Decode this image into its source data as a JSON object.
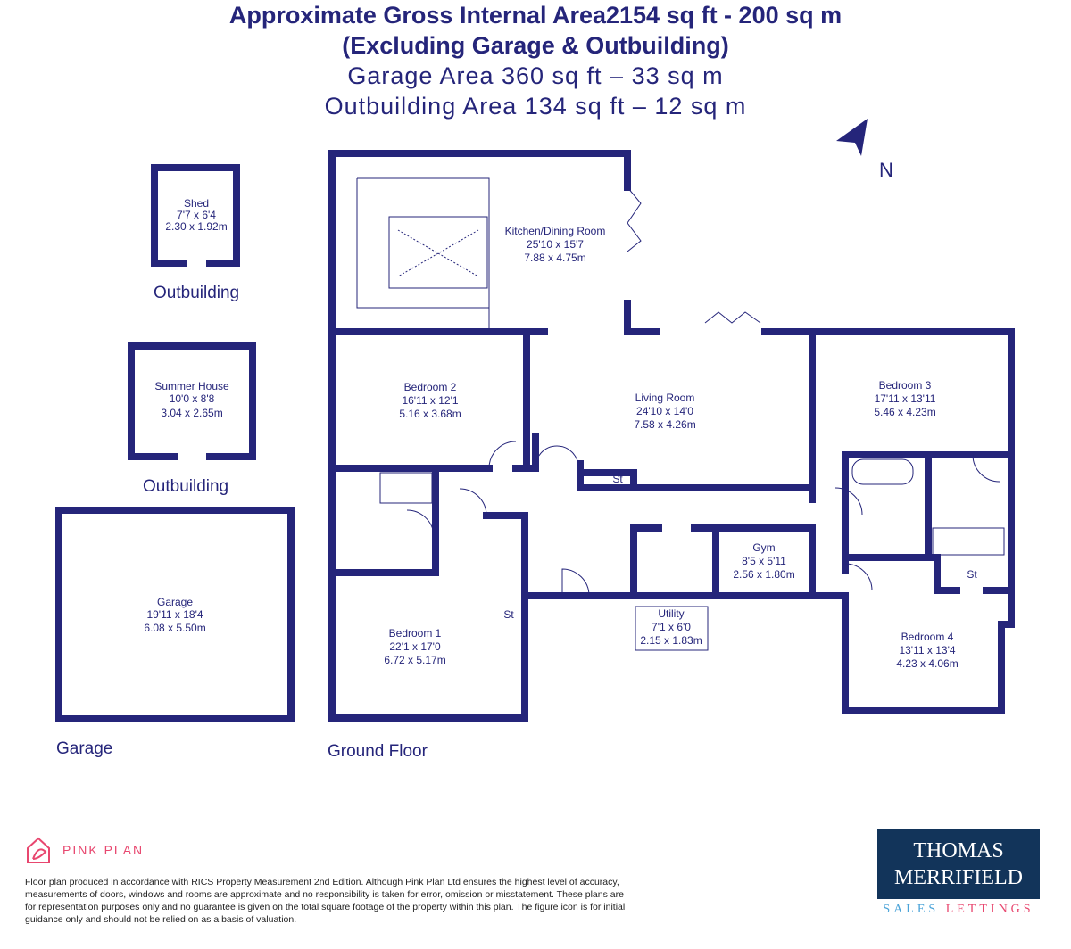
{
  "header": {
    "line1": "Approximate Gross Internal Area2154 sq ft - 200 sq m",
    "line2": "(Excluding Garage & Outbuilding)",
    "line3": "Garage  Area 360 sq ft – 33 sq m",
    "line4": "Outbuilding Area 134 sq ft – 12 sq m"
  },
  "compass": {
    "label": "N"
  },
  "rooms": {
    "shed": {
      "name": "Shed",
      "imp": "7'7 x 6'4",
      "met": "2.30 x 1.92m"
    },
    "summer": {
      "name": "Summer House",
      "imp": "10'0 x 8'8",
      "met": "3.04 x 2.65m"
    },
    "garage": {
      "name": "Garage",
      "imp": "19'11 x 18'4",
      "met": "6.08 x 5.50m"
    },
    "kitchen": {
      "name": "Kitchen/Dining Room",
      "imp": "25'10 x 15'7",
      "met": "7.88 x 4.75m"
    },
    "bed2": {
      "name": "Bedroom 2",
      "imp": "16'11 x 12'1",
      "met": "5.16 x 3.68m"
    },
    "living": {
      "name": "Living Room",
      "imp": "24'10 x 14'0",
      "met": "7.58 x 4.26m"
    },
    "bed3": {
      "name": "Bedroom 3",
      "imp": "17'11 x 13'11",
      "met": "5.46 x 4.23m"
    },
    "gym": {
      "name": "Gym",
      "imp": "8'5 x 5'11",
      "met": "2.56 x 1.80m"
    },
    "utility": {
      "name": "Utility",
      "imp": "7'1 x 6'0",
      "met": "2.15 x 1.83m"
    },
    "bed1": {
      "name": "Bedroom 1",
      "imp": "22'1 x 17'0",
      "met": "6.72 x 5.17m"
    },
    "bed4": {
      "name": "Bedroom 4",
      "imp": "13'11 x 13'4",
      "met": "4.23 x 4.06m"
    },
    "st": "St"
  },
  "labels": {
    "outbuilding1": "Outbuilding",
    "outbuilding2": "Outbuilding",
    "garage": "Garage",
    "ground": "Ground Floor"
  },
  "footer": {
    "brand": "PINK PLAN",
    "disclaimer": "Floor plan produced in accordance with RICS Property Measurement 2nd Edition. Although Pink Plan Ltd ensures the highest level of accuracy, measurements of doors, windows and rooms are approximate and no responsibility is taken for error, omission or misstatement. These plans are for representation purposes only and no guarantee is given on the total square footage of the property within this plan. The figure icon is for initial guidance only and should not be relied on as a basis of valuation.",
    "agent_line1": "THOMAS",
    "agent_line2": "MERRIFIELD",
    "sales": "SALES",
    "lettings": "LETTINGS"
  },
  "colors": {
    "wall": "#25257a",
    "pink": "#e8476f",
    "agent": "#12345a",
    "sales": "#4aa3d8"
  }
}
